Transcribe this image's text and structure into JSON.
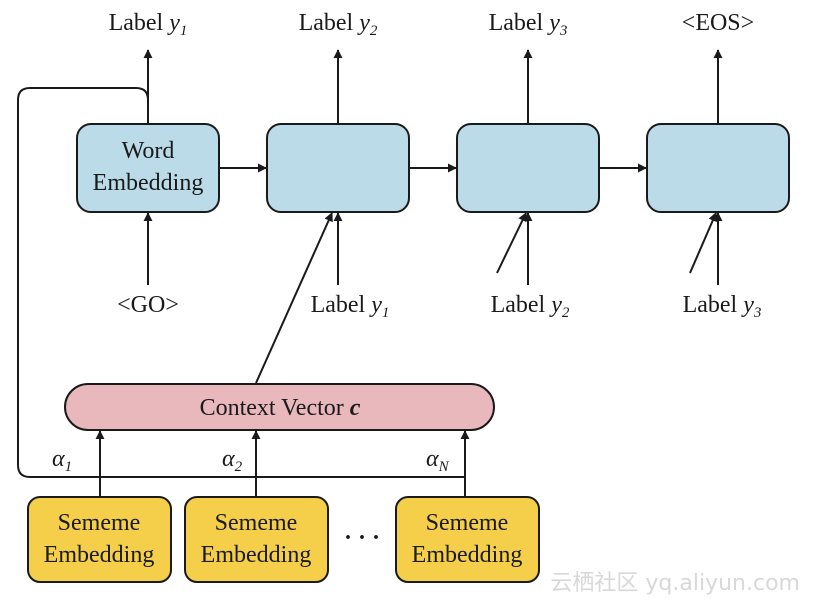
{
  "colors": {
    "rnn_fill": "#bcdbe9",
    "context_fill": "#e8b8bd",
    "sememe_fill": "#f5cf4a",
    "stroke": "#1a1a1a"
  },
  "decoder": {
    "first_cell": [
      "Word",
      "Embedding"
    ],
    "outputs": [
      {
        "text": "Label ",
        "sym": "y",
        "sub": "1"
      },
      {
        "text": "Label ",
        "sym": "y",
        "sub": "2"
      },
      {
        "text": "Label ",
        "sym": "y",
        "sub": "3"
      },
      {
        "text": "<EOS>",
        "sym": "",
        "sub": ""
      }
    ],
    "inputs": [
      {
        "text": "<GO>",
        "sym": "",
        "sub": ""
      },
      {
        "text": "Label ",
        "sym": "y",
        "sub": "1"
      },
      {
        "text": "Label ",
        "sym": "y",
        "sub": "2"
      },
      {
        "text": "Label ",
        "sym": "y",
        "sub": "3"
      }
    ]
  },
  "context": {
    "text": "Context Vector ",
    "sym": "c"
  },
  "attention_weights": [
    {
      "sym": "α",
      "sub": "1"
    },
    {
      "sym": "α",
      "sub": "2"
    },
    {
      "sym": "α",
      "sub": "N"
    }
  ],
  "sememes": [
    [
      "Sememe",
      "Embedding"
    ],
    [
      "Sememe",
      "Embedding"
    ],
    [
      "Sememe",
      "Embedding"
    ]
  ],
  "ellipsis": "· · ·",
  "watermark": "云栖社区 yq.aliyun.com"
}
